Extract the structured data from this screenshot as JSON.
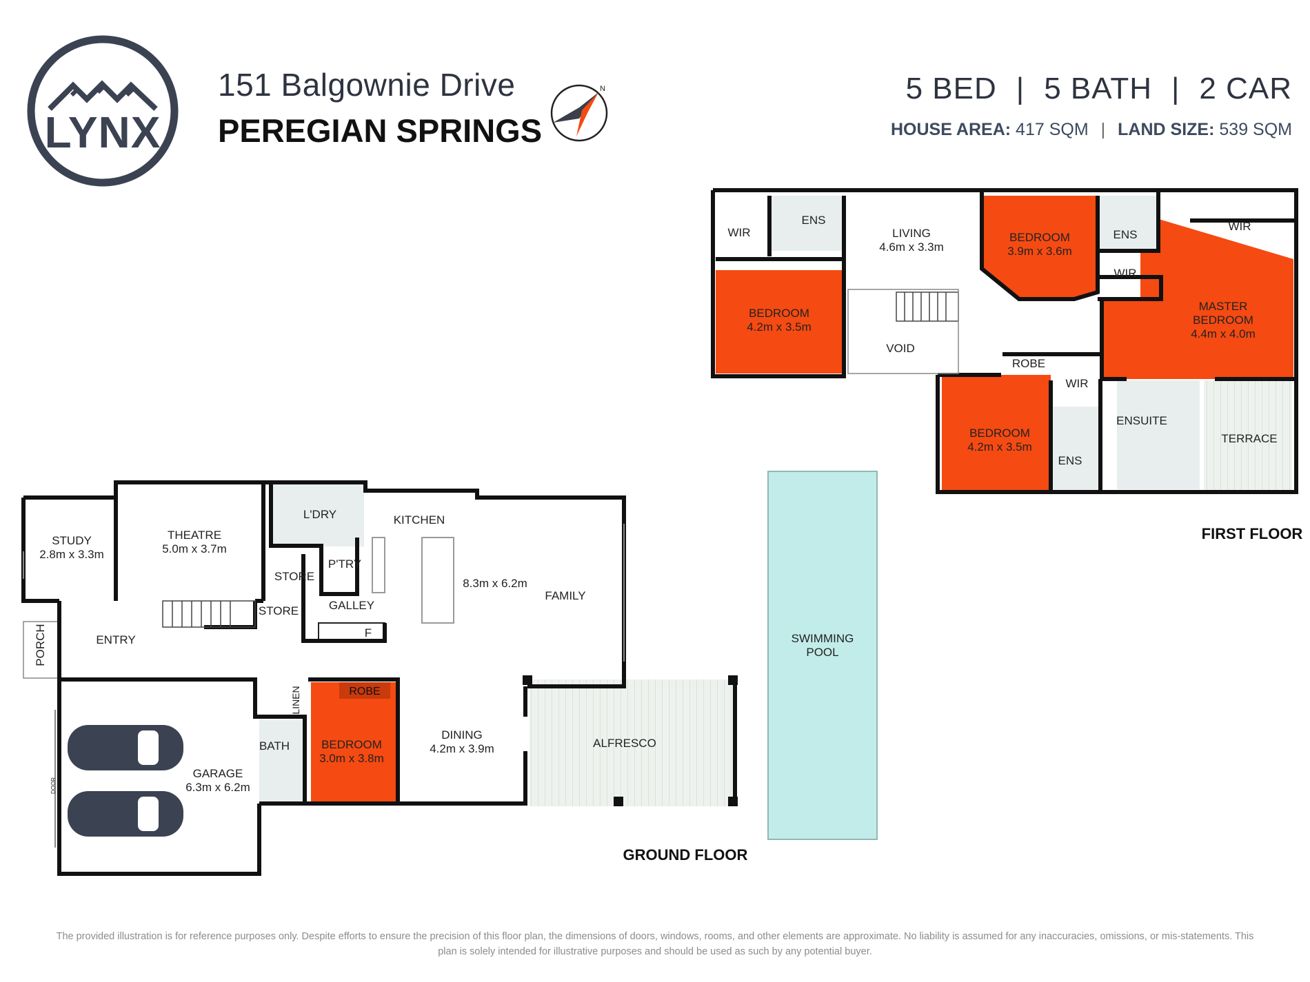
{
  "brand": {
    "logo_text": "LYNX",
    "color": "#3b4252"
  },
  "header": {
    "address": "151 Balgownie Drive",
    "suburb": "PEREGIAN SPRINGS",
    "beds": "5 BED",
    "baths": "5 BATH",
    "cars": "2 CAR",
    "separator": "|",
    "house_area_label": "HOUSE AREA:",
    "house_area_value": "417 SQM",
    "land_size_label": "LAND SIZE:",
    "land_size_value": "539 SQM"
  },
  "colors": {
    "bedroom": "#f54a12",
    "pool": "#c2ece9",
    "wall": "#111111",
    "deck": "#e9efe9",
    "wet": "#e8eeee"
  },
  "floors": {
    "ground": "GROUND FLOOR",
    "first": "FIRST FLOOR"
  },
  "labels": {
    "study": "STUDY",
    "study_dim": "2.8m x 3.3m",
    "theatre": "THEATRE",
    "theatre_dim": "5.0m x 3.7m",
    "laundry": "L'DRY",
    "kitchen": "KITCHEN",
    "store": "STORE",
    "pantry": "P'TRY",
    "galley": "GALLEY",
    "store2": "STORE",
    "fridge": "F",
    "family_dim": "8.3m x 6.2m",
    "family": "FAMILY",
    "entry": "ENTRY",
    "porch": "PORCH",
    "linen": "LINEN",
    "robe_gf": "ROBE",
    "bath": "BATH",
    "bedroom_gf": "BEDROOM",
    "bedroom_gf_dim": "3.0m x 3.8m",
    "dining": "DINING",
    "dining_dim": "4.2m x 3.9m",
    "alfresco": "ALFRESCO",
    "garage": "GARAGE",
    "garage_dim": "6.3m x 6.2m",
    "door": "DOOR",
    "pool": "SWIMMING",
    "pool2": "POOL",
    "wir_1": "WIR",
    "ens_1": "ENS",
    "living": "LIVING",
    "living_dim": "4.6m x 3.3m",
    "bedroom_ff1": "BEDROOM",
    "bedroom_ff1_dim": "4.2m x 3.5m",
    "void": "VOID",
    "bedroom_ff2": "BEDROOM",
    "bedroom_ff2_dim": "3.9m x 3.6m",
    "ens_2": "ENS",
    "wir_2": "WIR",
    "wir_3": "WIR",
    "master": "MASTER",
    "master2": "BEDROOM",
    "master_dim": "4.4m x 4.0m",
    "robe_ff": "ROBE",
    "wir_4": "WIR",
    "bedroom_ff3": "BEDROOM",
    "bedroom_ff3_dim": "4.2m x 3.5m",
    "ensuite": "ENSUITE",
    "ens_3": "ENS",
    "terrace": "TERRACE"
  },
  "disclaimer": {
    "line1": "The provided illustration is for reference purposes only. Despite efforts to ensure the precision of this floor plan, the dimensions of doors, windows, rooms, and other elements are approximate. No liability is assumed for any inaccuracies, omissions, or mis-statements. This",
    "line2": "plan is solely intended for illustrative purposes and should be used as such by any potential buyer."
  }
}
